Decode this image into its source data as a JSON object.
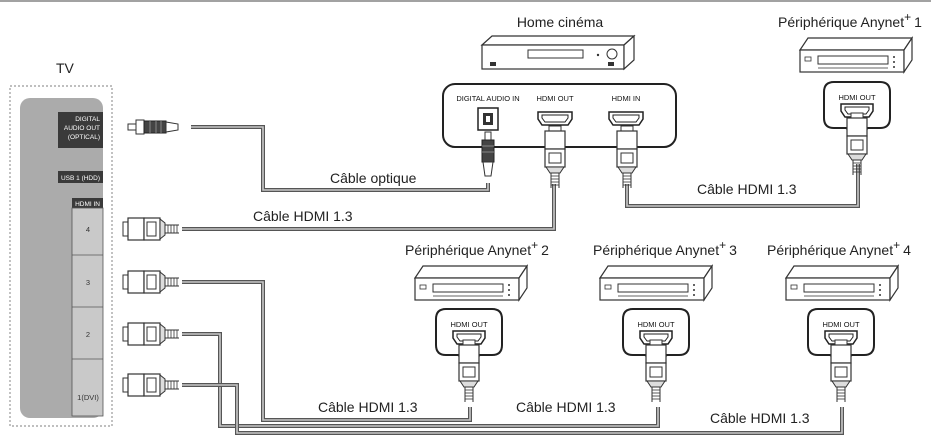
{
  "tv": {
    "label": "TV",
    "optical_port": [
      "DIGITAL",
      "AUDIO OUT",
      "(OPTICAL)"
    ],
    "usb_port": "USB 1 (HDD)",
    "hdmi_in": "HDMI IN",
    "hdmi_ports": [
      "4",
      "3",
      "2",
      "1(DVI)"
    ]
  },
  "home_cinema": {
    "title": "Home cinéma",
    "ports": [
      "DIGITAL AUDIO IN",
      "HDMI OUT",
      "HDMI IN"
    ]
  },
  "devices": [
    {
      "title": "Périphérique Anynet",
      "number": "1",
      "port": "HDMI OUT"
    },
    {
      "title": "Périphérique Anynet",
      "number": "2",
      "port": "HDMI OUT"
    },
    {
      "title": "Périphérique Anynet",
      "number": "3",
      "port": "HDMI OUT"
    },
    {
      "title": "Périphérique Anynet",
      "number": "4",
      "port": "HDMI OUT"
    }
  ],
  "plus_sign": "+",
  "cables": {
    "optical": "Câble optique",
    "hdmi_tv_hc": "Câble HDMI 1.3",
    "hdmi_hc_dev1": "Câble HDMI 1.3",
    "hdmi_dev2": "Câble HDMI 1.3",
    "hdmi_dev3": "Câble HDMI 1.3",
    "hdmi_dev4": "Câble HDMI 1.3"
  }
}
